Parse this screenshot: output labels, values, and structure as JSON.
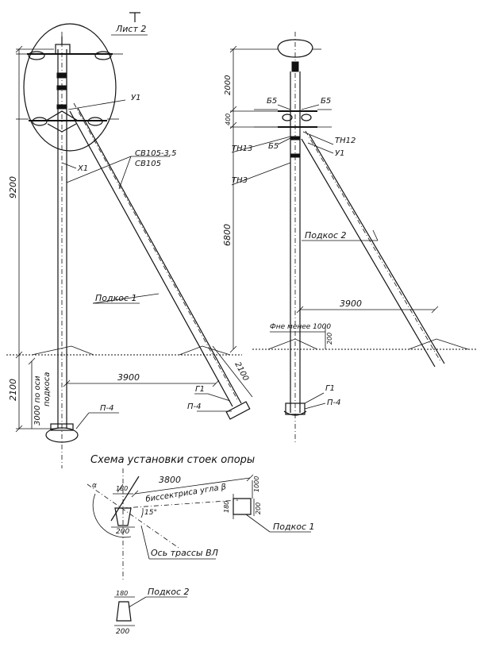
{
  "sheet": {
    "label": "Лист 2"
  },
  "left_pole": {
    "node_u1": "У1",
    "node_x1": "Х1",
    "bolt_1": "СВ105-3,5",
    "bolt_2": "СВ105",
    "height": "9200",
    "depth": "2100",
    "depth_along_brace_1": "3000 по оси",
    "depth_along_brace_2": "подкоса",
    "base_distance": "3900",
    "brace_bolt": "2100",
    "brace_label": "Подкос 1",
    "g1": "Г1",
    "p4_brace": "П-4",
    "p4_pole": "П-4"
  },
  "right_pole": {
    "b5_left": "Б5",
    "b5_right": "Б5",
    "b5_lower": "Б5",
    "tn13": "ТН13",
    "tn12": "ТН12",
    "u1": "У1",
    "tn3": "ТН3",
    "top_height": "2000",
    "gap": "400",
    "lower_height": "6800",
    "distance": "3900",
    "min_note": "Фне менее 1000",
    "dim_200": "200",
    "brace_label": "Подкос 2",
    "g1": "Г1",
    "p4": "П-4"
  },
  "scheme": {
    "title": "Схема установки стоек опоры",
    "distance": "3800",
    "bisector": "биссектриса угла β",
    "angle_15": "15°",
    "alpha": "α",
    "dim_180_a": "180",
    "dim_180_b": "180",
    "dim_180_c": "180",
    "dim_200_a": "200",
    "dim_200_b": "200",
    "dim_200_c": "200",
    "dim_1000": "1000",
    "brace_1": "Подкос 1",
    "axis_label": "Ось трассы ВЛ",
    "brace_2": "Подкос 2"
  }
}
